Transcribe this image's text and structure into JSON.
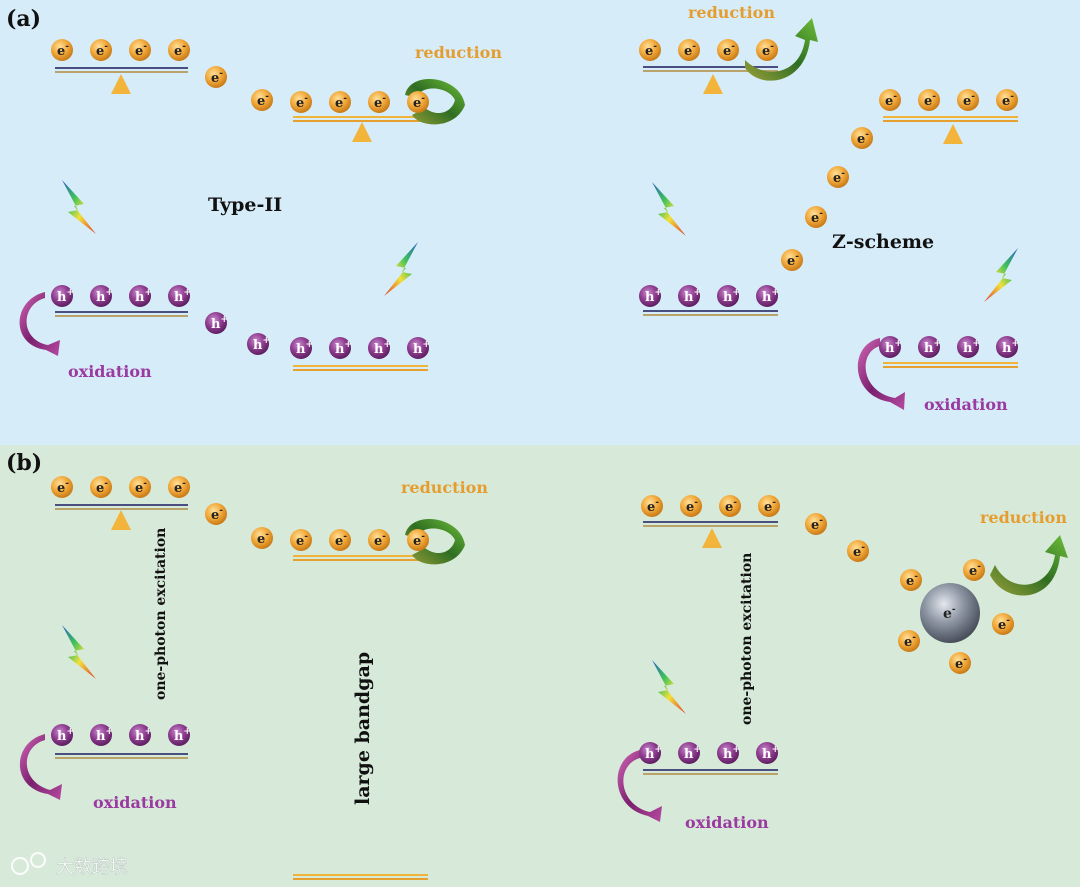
{
  "panel_a": {
    "label": "(a)",
    "left_title": "Type-II",
    "right_title": "Z-scheme",
    "reduction": "reduction",
    "oxidation": "oxidation"
  },
  "panel_b": {
    "label": "(b)",
    "reduction": "reduction",
    "oxidation": "oxidation",
    "excitation": "one-photon excitation",
    "bandgap": "large bandgap"
  },
  "particles": {
    "electron": {
      "base": "e",
      "charge": "-"
    },
    "hole": {
      "base": "h",
      "charge": "+"
    }
  },
  "watermark": "大数跨境",
  "colors": {
    "panel_a_bg": "#d6ecf8",
    "panel_b_bg": "#d7ead9",
    "electron": "#f2a93a",
    "hole": "#8e3d8e",
    "band_blue": "#4a4f82",
    "band_gold": "#f0b43a",
    "label_orange": "#e69d2f",
    "label_purple": "#9b3aa0"
  }
}
